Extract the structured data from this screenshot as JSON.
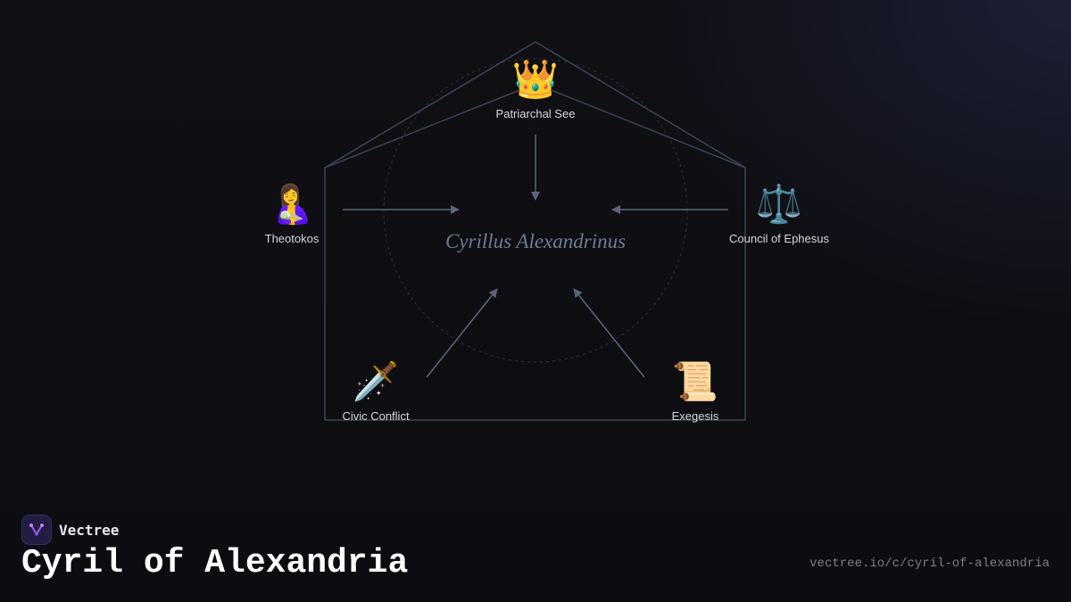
{
  "diagram": {
    "center_label": "Cyrillus Alexandrinus",
    "nodes": [
      {
        "id": "patriarchal-see",
        "icon": "crown-icon",
        "emoji": "👑",
        "label": "Patriarchal See"
      },
      {
        "id": "theotokos",
        "icon": "mother-nursing-icon",
        "emoji": "🤱",
        "label": "Theotokos"
      },
      {
        "id": "council-of-ephesus",
        "icon": "scales-icon",
        "emoji": "⚖️",
        "label": "Council of Ephesus"
      },
      {
        "id": "civic-conflict",
        "icon": "dagger-icon",
        "emoji": "🗡️",
        "label": "Civic Conflict"
      },
      {
        "id": "exegesis",
        "icon": "scroll-icon",
        "emoji": "📜",
        "label": "Exegesis"
      }
    ]
  },
  "brand": {
    "name": "Vectree",
    "logo_icon": "vectree-logo-icon",
    "accent": "#a855f7"
  },
  "page": {
    "title": "Cyril of Alexandria",
    "url": "vectree.io/c/cyril-of-alexandria"
  },
  "colors": {
    "background": "#0f0f14",
    "lines": "#3a4557",
    "arrows": "#5a6678"
  }
}
